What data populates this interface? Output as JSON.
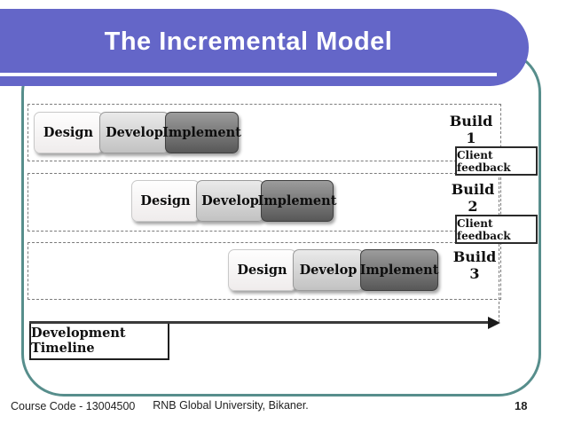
{
  "slide": {
    "title": "The Incremental Model",
    "diagram": {
      "builds": [
        {
          "label": "Build 1",
          "phases": {
            "design": "Design",
            "develop": "Develop",
            "implement": "Implement"
          },
          "feedback": "Client feedback"
        },
        {
          "label": "Build 2",
          "phases": {
            "design": "Design",
            "develop": "Develop",
            "implement": "Implement"
          },
          "feedback": "Client feedback"
        },
        {
          "label": "Build 3",
          "phases": {
            "design": "Design",
            "develop": "Develop",
            "implement": "Implement"
          }
        }
      ],
      "timeline_label": "Development Timeline"
    },
    "footer": {
      "course_code": "Course Code - 13004500",
      "university": "RNB Global University, Bikaner.",
      "page_number": "18"
    },
    "colors": {
      "banner_purple": "#6466c8",
      "frame_teal": "#578e8c",
      "design_box": "#f5f2f2",
      "develop_box": "#c9c9c9",
      "implement_box": "#6e6e6e",
      "dashed_border": "#7b7b7b"
    }
  }
}
